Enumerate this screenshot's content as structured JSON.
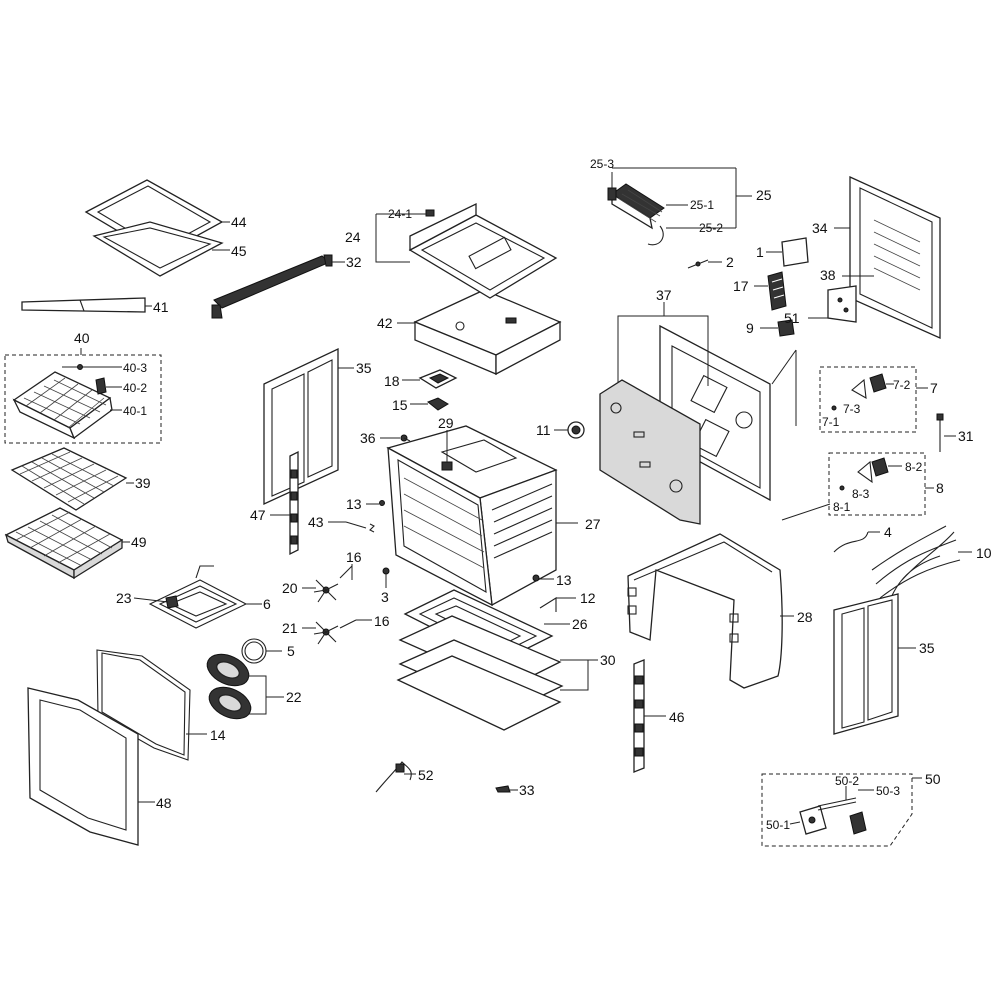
{
  "labels": {
    "l44": "44",
    "l45": "45",
    "l32": "32",
    "l41": "41",
    "l40": "40",
    "l40_3": "40-3",
    "l40_2": "40-2",
    "l40_1": "40-1",
    "l39": "39",
    "l49": "49",
    "l23": "23",
    "l6": "6",
    "l5": "5",
    "l22": "22",
    "l14": "14",
    "l48": "48",
    "l35a": "35",
    "l47": "47",
    "l43": "43",
    "l20": "20",
    "l21": "21",
    "l16a": "16",
    "l16b": "16",
    "l13a": "13",
    "l36": "36",
    "l3": "3",
    "l29": "29",
    "l18": "18",
    "l15": "15",
    "l42": "42",
    "l24": "24",
    "l24_1": "24-1",
    "l25_3": "25-3",
    "l25_1": "25-1",
    "l25_2": "25-2",
    "l25": "25",
    "l2": "2",
    "l1": "1",
    "l17": "17",
    "l9": "9",
    "l34": "34",
    "l38": "38",
    "l51": "51",
    "l37": "37",
    "l11": "11",
    "l27": "27",
    "l13b": "13",
    "l12": "12",
    "l26": "26",
    "l30": "30",
    "l28": "28",
    "l46": "46",
    "l52": "52",
    "l33": "33",
    "l7": "7",
    "l7_1": "7-1",
    "l7_2": "7-2",
    "l7_3": "7-3",
    "l8": "8",
    "l8_1": "8-1",
    "l8_2": "8-2",
    "l8_3": "8-3",
    "l31": "31",
    "l4": "4",
    "l10": "10",
    "l35b": "35",
    "l50": "50",
    "l50_1": "50-1",
    "l50_2": "50-2",
    "l50_3": "50-3"
  }
}
